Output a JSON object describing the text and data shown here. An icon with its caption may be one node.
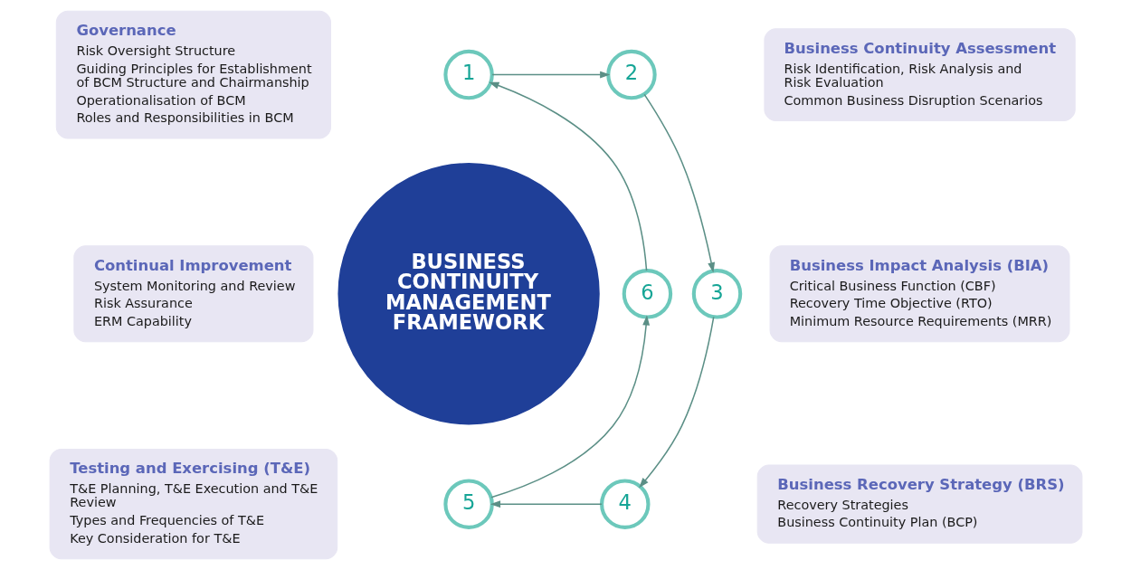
{
  "diagram": {
    "nodes": [
      {
        "text": [
          "BUSINESS CONTINUITY MANAGEMENT FRAMEWORK"
        ]
      },
      {
        "text": [
          "1"
        ]
      },
      {
        "text": [
          "2"
        ]
      },
      {
        "text": [
          "3"
        ]
      },
      {
        "text": [
          "4"
        ]
      },
      {
        "text": [
          "5"
        ]
      },
      {
        "text": [
          "6"
        ]
      },
      {
        "text": [
          "Governance",
          "Risk Oversight Structure",
          "Guiding Principles for Establishment of BCM Structure and Chairmanship",
          "Operationalisation of BCM",
          "Roles and Responsibilities in BCM"
        ]
      },
      {
        "text": [
          "Business Continuity Assessment",
          "Risk Identification, Risk Analysis and Risk Evaluation",
          "Common Business Disruption Scenarios"
        ]
      },
      {
        "text": [
          "Business Impact Analysis (BIA)",
          "Critical Business Function (CBF)",
          "Recovery Time Objective (RTO)",
          "Minimum Resource Requirements (MRR)"
        ]
      },
      {
        "text": [
          "Business Recovery Strategy (BRS)",
          "Recovery Strategies",
          "Business Continuity Plan (BCP)"
        ]
      },
      {
        "text": [
          "Testing and Exercising (T&E)",
          "T&E Planning, T&E Execution and T&E Review",
          "Types and Frequencies of T&E",
          "Key Consideration for T&E"
        ]
      },
      {
        "text": [
          "Continual Improvement",
          "System Monitoring and Review",
          "Risk Assurance",
          "ERM Capability"
        ]
      }
    ],
    "edges": [
      {
        "from": 1,
        "to": 2,
        "arrow": "to"
      },
      {
        "from": 2,
        "to": 3,
        "arrow": "to"
      },
      {
        "from": 3,
        "to": 4,
        "arrow": "to"
      },
      {
        "from": 4,
        "to": 5,
        "arrow": "to"
      },
      {
        "from": 5,
        "to": 6,
        "arrow": "to"
      },
      {
        "from": 6,
        "to": 1,
        "arrow": "to"
      }
    ]
  }
}
